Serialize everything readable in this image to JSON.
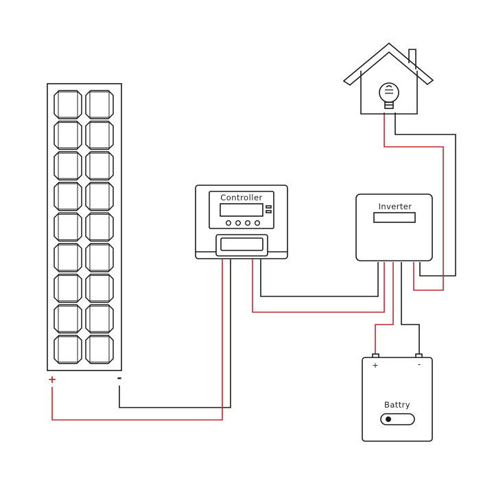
{
  "panel": {
    "plus_label": "+",
    "minus_label": "-",
    "cell_rows": 9,
    "cell_cols": 2
  },
  "controller": {
    "label": "Controller",
    "button_count": 4
  },
  "inverter": {
    "label": "Inverter"
  },
  "battery": {
    "label": "Battry",
    "plus_label": "+",
    "minus_label": "-"
  },
  "icons": {
    "house": "house-icon",
    "bulb": "lightbulb-icon"
  },
  "colors": {
    "positive_wire": "#c0262e",
    "negative_wire": "#1a1a1a",
    "outline": "#1a1a1a"
  }
}
